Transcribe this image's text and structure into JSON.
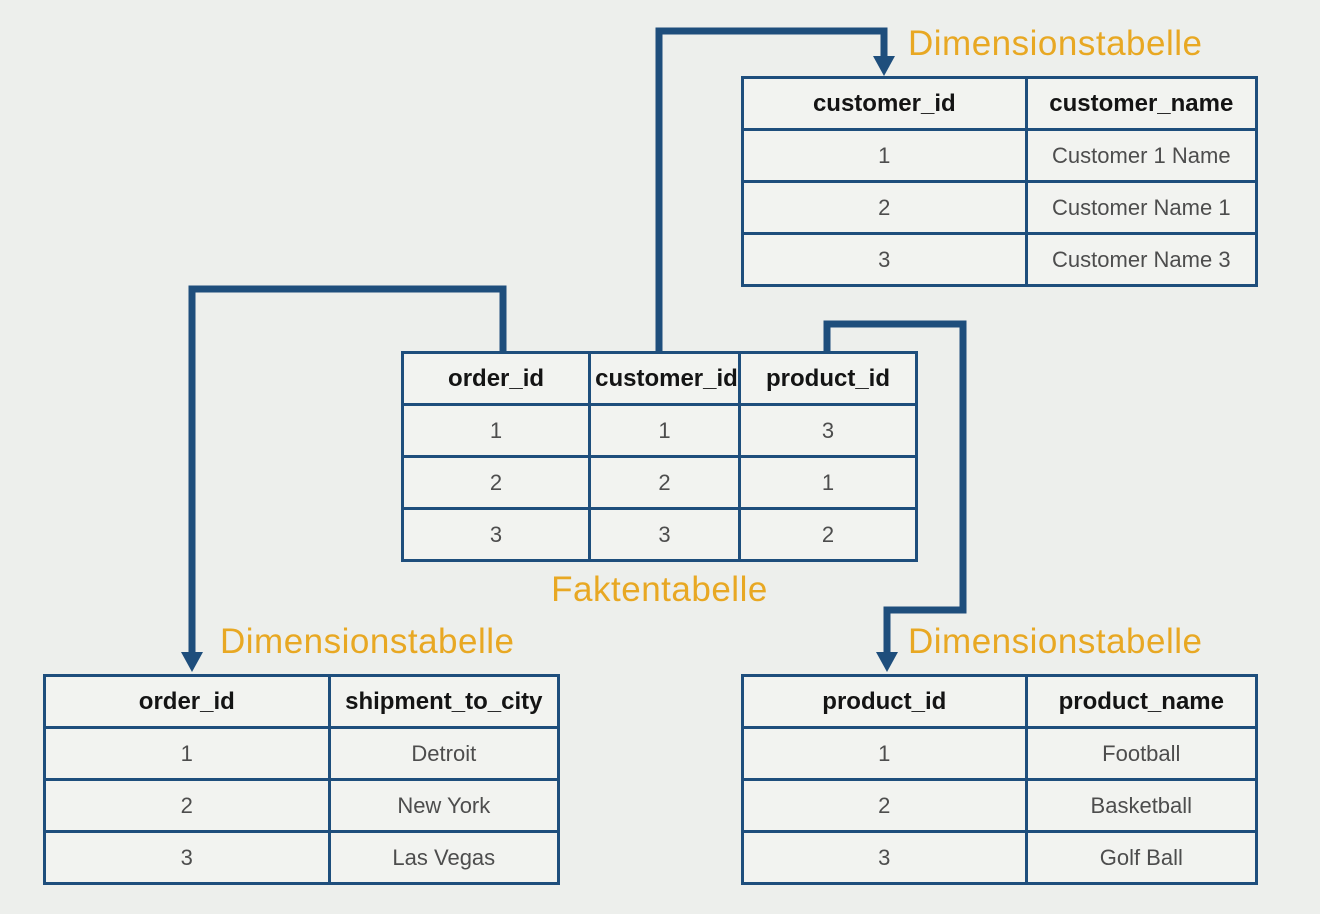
{
  "diagram": {
    "type": "star-schema",
    "colors": {
      "background": "#edefec",
      "table_fill": "#f2f3f0",
      "border_and_arrows": "#1e4e7c",
      "label_gold": "#e8a823",
      "header_text": "#141414",
      "cell_text": "#4d4d4d"
    }
  },
  "labels": {
    "dim_top": "Dimensionstabelle",
    "fact": "Faktentabelle",
    "dim_bottom_left": "Dimensionstabelle",
    "dim_bottom_right": "Dimensionstabelle"
  },
  "tables": {
    "customer": {
      "headers": [
        "customer_id",
        "customer_name"
      ],
      "rows": [
        [
          "1",
          "Customer 1 Name"
        ],
        [
          "2",
          "Customer Name 1"
        ],
        [
          "3",
          "Customer Name 3"
        ]
      ]
    },
    "fact": {
      "headers": [
        "order_id",
        "customer_id",
        "product_id"
      ],
      "rows": [
        [
          "1",
          "1",
          "3"
        ],
        [
          "2",
          "2",
          "1"
        ],
        [
          "3",
          "3",
          "2"
        ]
      ]
    },
    "order": {
      "headers": [
        "order_id",
        "shipment_to_city"
      ],
      "rows": [
        [
          "1",
          "Detroit"
        ],
        [
          "2",
          "New York"
        ],
        [
          "3",
          "Las Vegas"
        ]
      ]
    },
    "product": {
      "headers": [
        "product_id",
        "product_name"
      ],
      "rows": [
        [
          "1",
          "Football"
        ],
        [
          "2",
          "Basketball"
        ],
        [
          "3",
          "Golf Ball"
        ]
      ]
    }
  }
}
